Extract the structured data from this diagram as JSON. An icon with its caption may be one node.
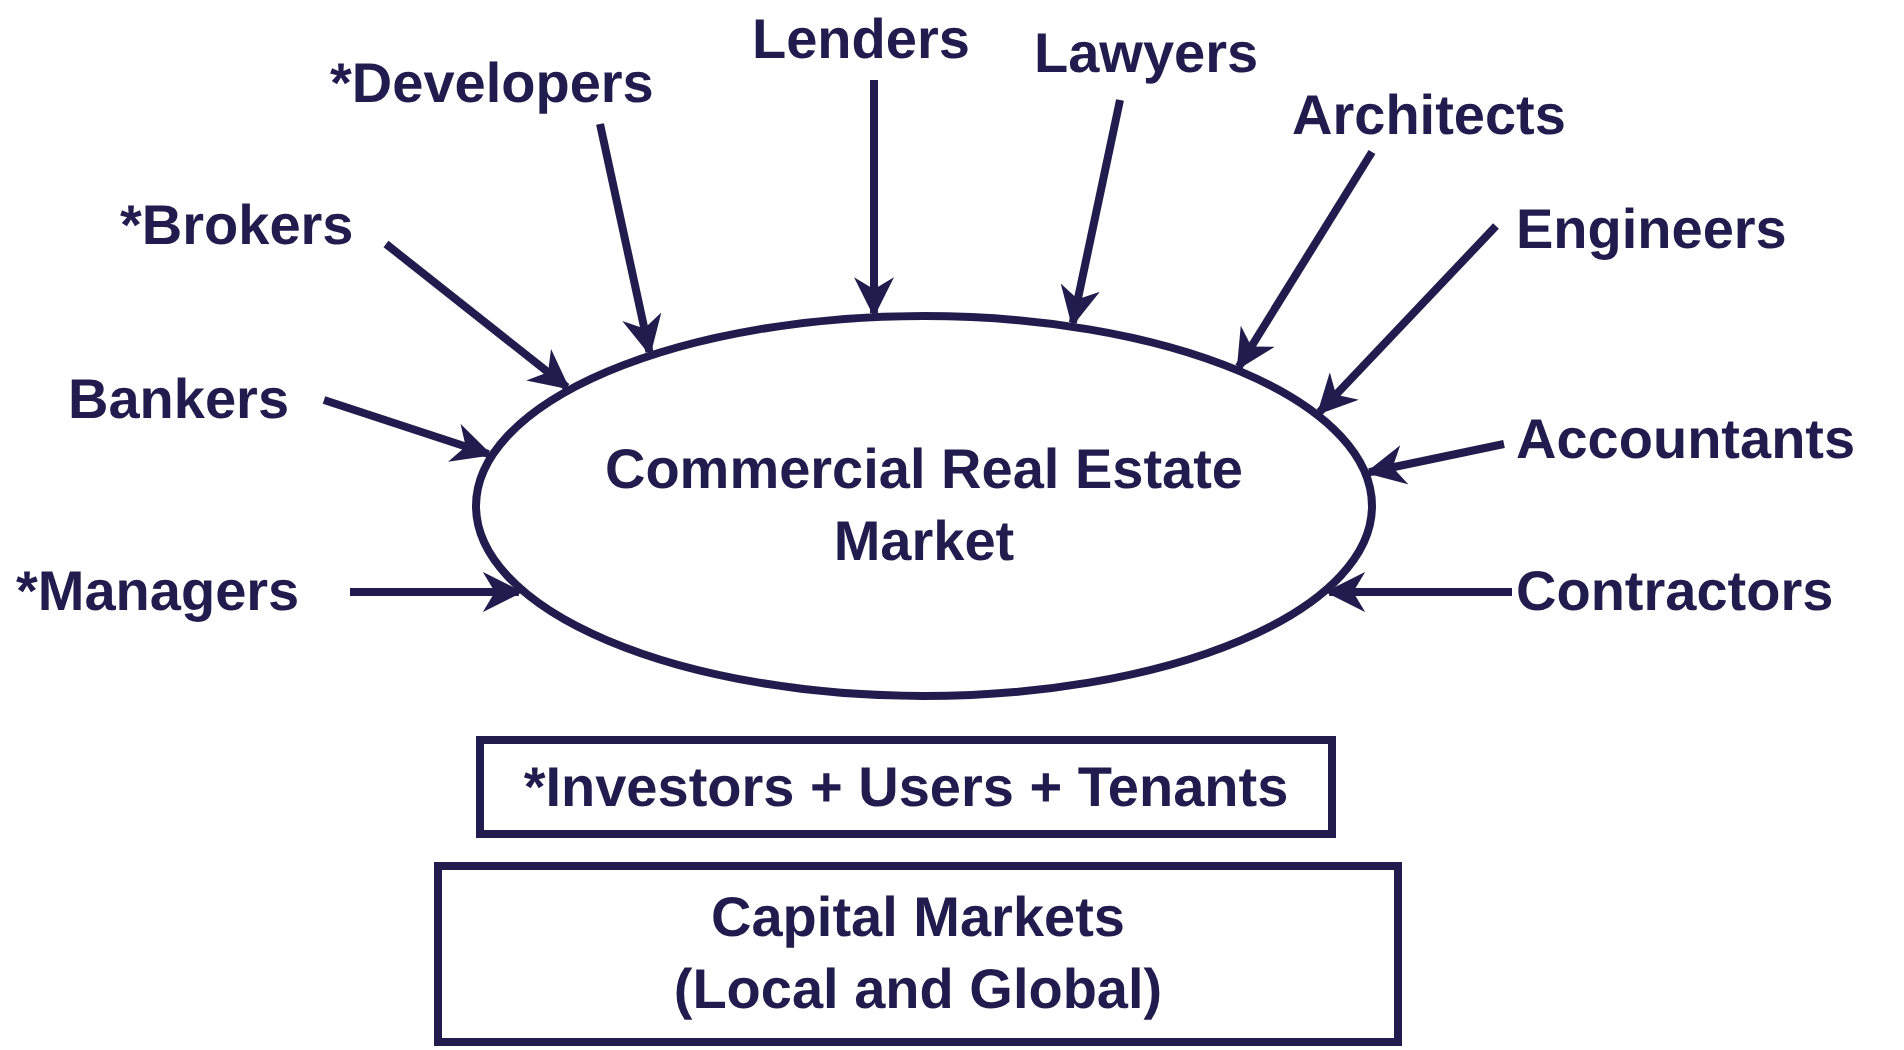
{
  "diagram": {
    "nodes": [
      {
        "text": [
          "Commercial Real Estate Market"
        ]
      },
      {
        "text": [
          "*Developers"
        ]
      },
      {
        "text": [
          "Lenders"
        ]
      },
      {
        "text": [
          "Lawyers"
        ]
      },
      {
        "text": [
          "Architects"
        ]
      },
      {
        "text": [
          "*Brokers"
        ]
      },
      {
        "text": [
          "Engineers"
        ]
      },
      {
        "text": [
          "Bankers"
        ]
      },
      {
        "text": [
          "Accountants"
        ]
      },
      {
        "text": [
          "*Managers"
        ]
      },
      {
        "text": [
          "Contractors"
        ]
      },
      {
        "text": [
          "*Investors + Users + Tenants"
        ]
      },
      {
        "text": [
          "Capital Markets (Local and Global)"
        ]
      }
    ],
    "edges": [
      {
        "from": 1,
        "to": 0,
        "arrow": "to"
      },
      {
        "from": 2,
        "to": 0,
        "arrow": "to"
      },
      {
        "from": 3,
        "to": 0,
        "arrow": "to"
      },
      {
        "from": 4,
        "to": 0,
        "arrow": "to"
      },
      {
        "from": 5,
        "to": 0,
        "arrow": "to"
      },
      {
        "from": 6,
        "to": 0,
        "arrow": "to"
      },
      {
        "from": 7,
        "to": 0,
        "arrow": "to"
      },
      {
        "from": 8,
        "to": 0,
        "arrow": "to"
      },
      {
        "from": 9,
        "to": 0,
        "arrow": "to"
      },
      {
        "from": 10,
        "to": 0,
        "arrow": "to"
      }
    ]
  }
}
